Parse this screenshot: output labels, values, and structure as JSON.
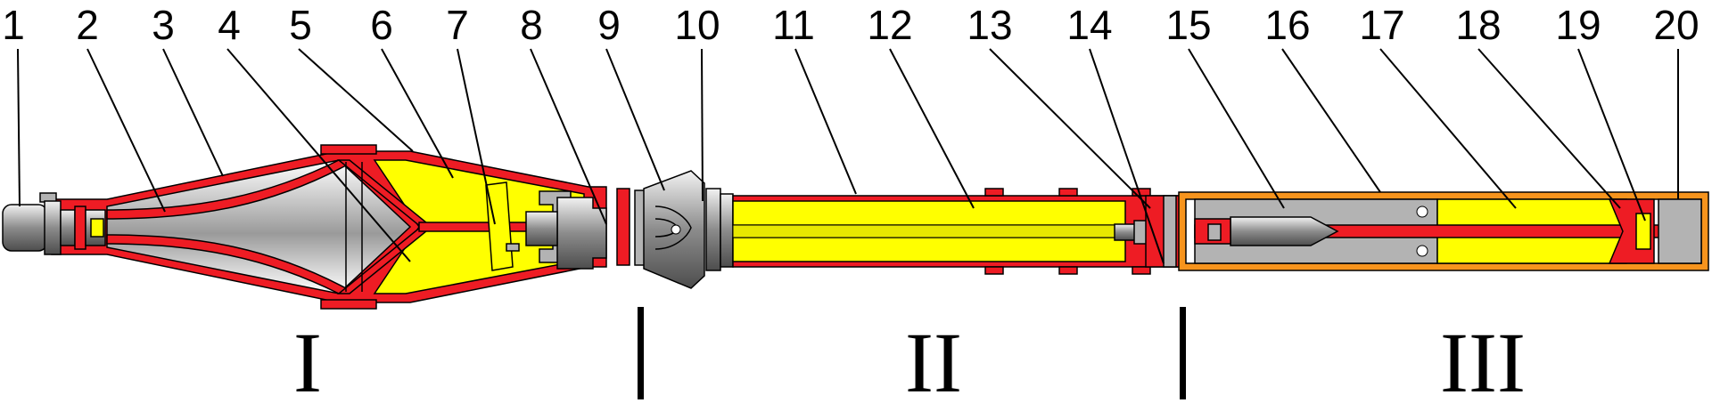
{
  "part_numbers": [
    "1",
    "2",
    "3",
    "4",
    "5",
    "6",
    "7",
    "8",
    "9",
    "10",
    "11",
    "12",
    "13",
    "14",
    "15",
    "16",
    "17",
    "18",
    "19",
    "20"
  ],
  "sections": [
    "I",
    "II",
    "III"
  ],
  "colors": {
    "casing": "#ee1c24",
    "explosive": "#ffff00",
    "metal": "#b3b3b3",
    "tube": "#f7941d",
    "outline": "#000000"
  }
}
